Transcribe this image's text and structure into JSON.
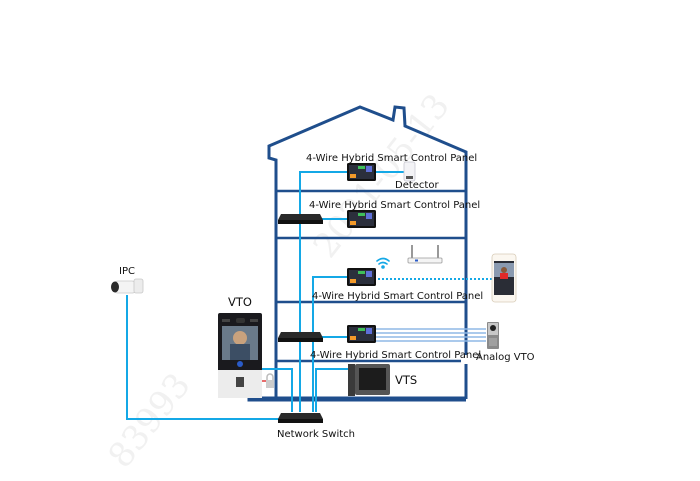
{
  "diagram": {
    "title": "4-Wire Hybrid Intercom System Topology",
    "colors": {
      "house_outline": "#1f4e8c",
      "network_cable": "#14a8e6",
      "analog_wire": "#8fb8e6",
      "wifi_link": "#14a8e6",
      "lock_wire": "#e03a3a"
    },
    "watermarks": [
      "2021-05-13",
      "83993"
    ],
    "labels": {
      "floor1_panel": "4-Wire Hybrid Smart Control Panel",
      "detector": "Detector",
      "floor2_panel": "4-Wire Hybrid Smart Control Panel",
      "floor3_panel": "4-Wire Hybrid Smart Control Panel",
      "floor4_panel": "4-Wire Hybrid Smart Control Panel",
      "vts": "VTS",
      "vto": "VTO",
      "ipc": "IPC",
      "analog_vto": "Analog VTO",
      "network_switch": "Network Switch"
    },
    "devices": [
      {
        "id": "ipc",
        "icon": "bullet-camera-icon"
      },
      {
        "id": "vto",
        "icon": "door-station-icon"
      },
      {
        "id": "lock",
        "icon": "lock-icon"
      },
      {
        "id": "network_switch",
        "icon": "network-switch-icon"
      },
      {
        "id": "floor2_switch",
        "icon": "network-switch-icon"
      },
      {
        "id": "floor4_switch",
        "icon": "network-switch-icon"
      },
      {
        "id": "floor1_panel",
        "icon": "control-panel-icon"
      },
      {
        "id": "floor2_panel",
        "icon": "control-panel-icon"
      },
      {
        "id": "floor3_panel",
        "icon": "control-panel-icon"
      },
      {
        "id": "floor4_panel",
        "icon": "control-panel-icon"
      },
      {
        "id": "detector",
        "icon": "motion-detector-icon"
      },
      {
        "id": "router",
        "icon": "wifi-router-icon"
      },
      {
        "id": "wifi",
        "icon": "wifi-signal-icon"
      },
      {
        "id": "smartphone",
        "icon": "smartphone-icon"
      },
      {
        "id": "analog_vto",
        "icon": "analog-door-station-icon"
      },
      {
        "id": "vts",
        "icon": "indoor-monitor-icon"
      }
    ]
  }
}
